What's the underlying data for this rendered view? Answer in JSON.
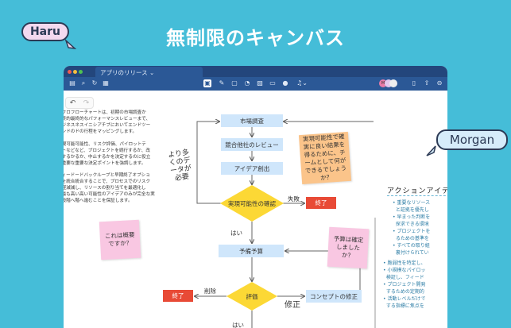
{
  "headline": "無制限のキャンバス",
  "cursors": {
    "haru": "Haru",
    "morgan": "Morgan"
  },
  "window": {
    "tab_title": "アプリのリリース",
    "tab_chevron": "⌄",
    "toolbar_left": [
      "sidebar-icon",
      "search-icon",
      "share-icon",
      "notes-icon"
    ],
    "toolbar_center": [
      "board-icon",
      "pen-icon",
      "text-icon",
      "shape-icon",
      "image-icon",
      "sticky-icon",
      "more-icon",
      "mic-icon"
    ],
    "toolbar_right": [
      "avatar-group",
      "doc-icon",
      "export-icon",
      "menu-icon"
    ],
    "avatar_initial": "M"
  },
  "undo": "↶",
  "redo": "↷",
  "paragraphs": [
    [
      "のフロフローチャートは、初期の市場調査か",
      "最終的最終的なパフォーマンスレビューまで、",
      "ビジネスネスイニシアチブにおいてエンドツー",
      "エンドのドの行程をマッピングします。"
    ],
    [
      "実現可能可能性、リスク評価、パイロットテ",
      "ストなどなど、プロジェクトを続行するか、改",
      "善するかるか、中止するかを決定するのに役立",
      "つ重要な重要な決定ポイントを強調します。"
    ],
    [
      "フィードードバックループと早期終了オプショ",
      "ンを統合統合することで、プロセスでのリスク",
      "を軽減減し、リソースの割り当てを最適化し",
      "、最も高い高い可能性のアイデアのみが完全な実",
      "装段階へ階へ進むことを保証します。"
    ]
  ],
  "flow": {
    "market": "市場調査",
    "competitor": "競合他社のレビュー",
    "idea": "アイデア創出",
    "feasibility": "実現可能性の確認",
    "fail": "失敗",
    "end1": "終了",
    "yes1": "はい",
    "budget": "予備予算",
    "evaluate": "評価",
    "remove": "削除",
    "end2": "終了",
    "revise_label": "修正",
    "revise_concept": "コンセプトの修正",
    "yes2": "はい"
  },
  "notes": {
    "handwritten": "より多くのデータが必要",
    "orange": "実現可能性で確実に良い結果を得るために、チームとして何ができるでしょうか？",
    "pink_left": "これは概要ですか？",
    "pink_right": "予算は確定しましたか？"
  },
  "actions": {
    "title": "アクションアイテム",
    "items": [
      "重要なリソース",
      "と証拠を優先し",
      "早まった判断を",
      "探求できる環境",
      "プロジェクトを",
      "るための基準を",
      "すべての取り組",
      "裏付けられてい"
    ],
    "items2": [
      "脆弱性を特定し、",
      "小規模なパイロッ",
      "検証し、フィード",
      "プロジェクト開発",
      "するための定期的",
      "活動レベルだけで",
      "する指標に焦点を"
    ]
  },
  "colors": {
    "background": "#45bdd8",
    "toolbar": "#2b5896",
    "box": "#cfe6fb",
    "decision": "#fcd835",
    "end": "#e84a36"
  }
}
